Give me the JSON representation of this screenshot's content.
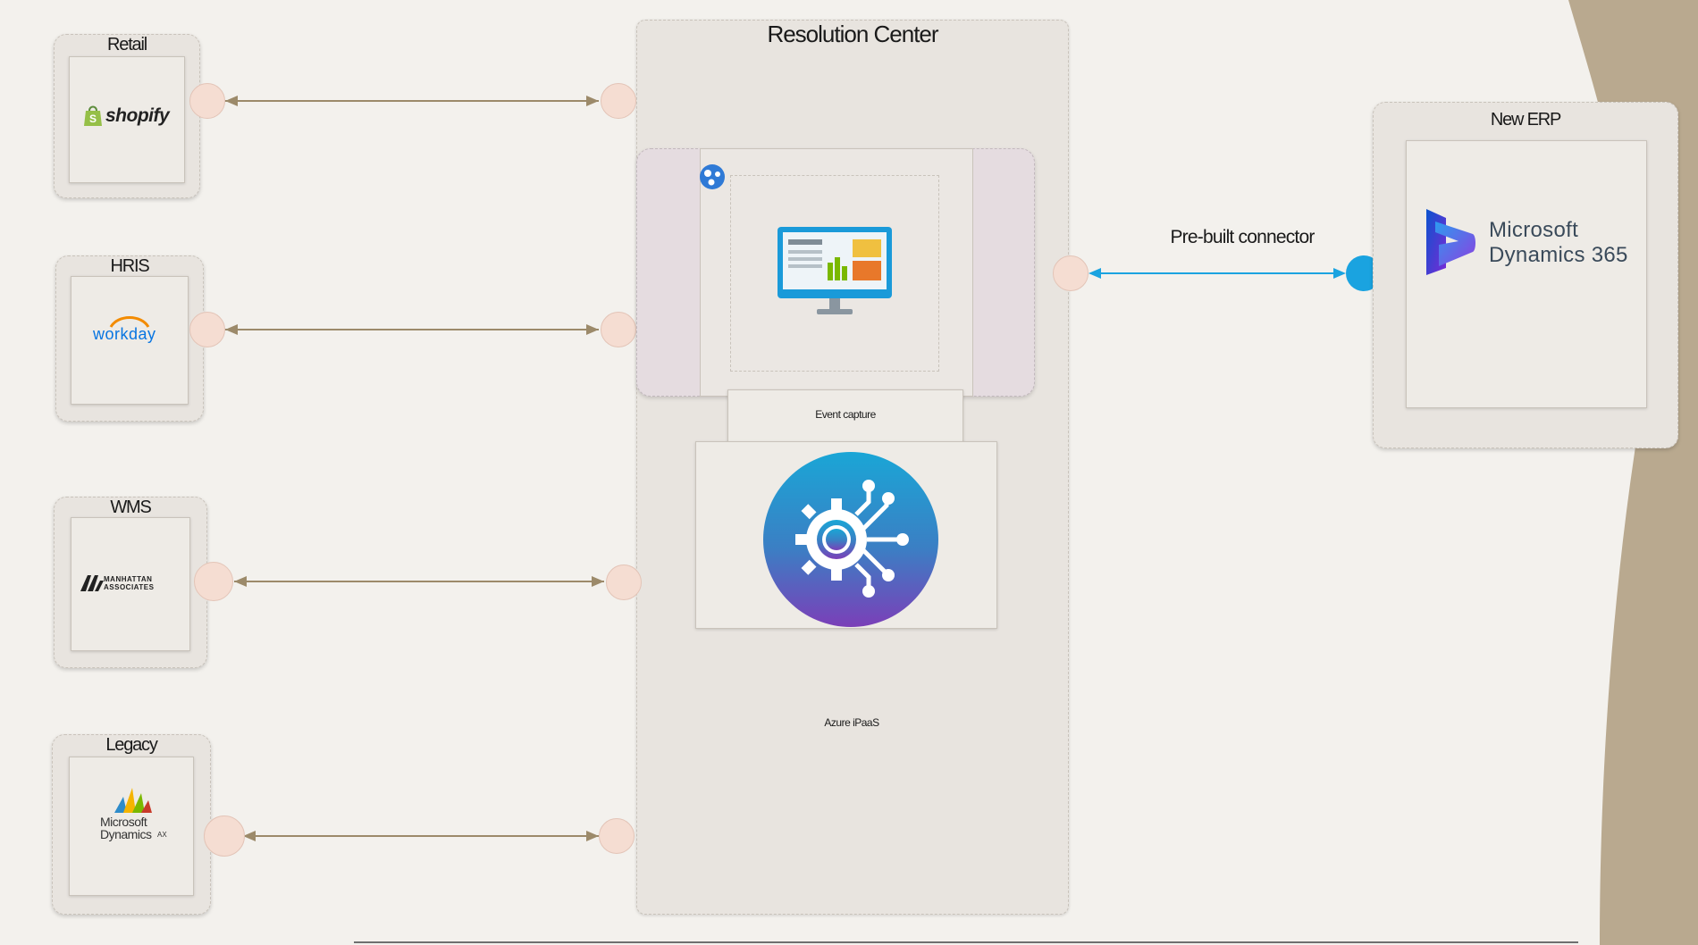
{
  "sources": [
    {
      "label": "Retail",
      "logo_text": "shopify"
    },
    {
      "label": "HRIS",
      "logo_text": "workday"
    },
    {
      "label": "WMS",
      "logo_text": "MANHATTAN ASSOCIATES"
    },
    {
      "label": "Legacy",
      "logo_line1": "Microsoft",
      "logo_line2": "Dynamics",
      "logo_suffix": "AX"
    }
  ],
  "center": {
    "title": "Resolution Center",
    "event_label": "Event capture",
    "ipaas_label": "Azure iPaaS"
  },
  "connector": {
    "label": "Pre-built connector"
  },
  "erp": {
    "label": "New ERP",
    "logo_line1": "Microsoft",
    "logo_line2": "Dynamics 365"
  },
  "colors": {
    "line": "#9c8a6a",
    "connector": "#1aa3e0",
    "accent_bg": "#b9a98f"
  }
}
